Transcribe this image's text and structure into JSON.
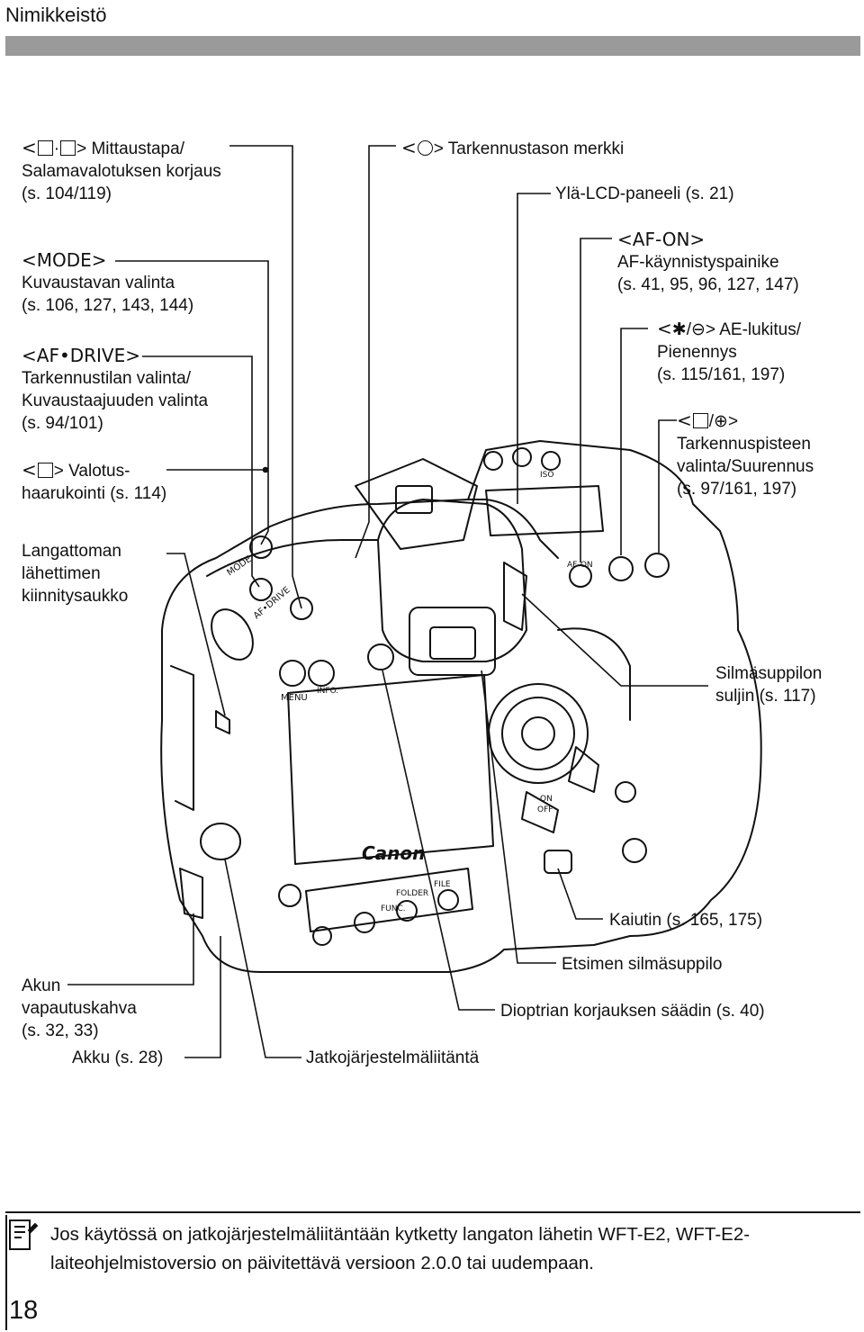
{
  "header": {
    "section": "Nimikkeistö"
  },
  "labels": {
    "metering": {
      "key": "<",
      "key_end": "> Mittaustapa/",
      "line2": "Salamavalotuksen korjaus",
      "line3": "(s. 104/119)"
    },
    "mode": {
      "key": "<MODE>",
      "line2": "Kuvaustavan valinta",
      "line3": "(s. 106, 127, 143, 144)"
    },
    "af_drive": {
      "key": "<AF•DRIVE>",
      "line2": "Tarkennustilan valinta/",
      "line3": "Kuvaustaajuuden valinta",
      "line4": "(s. 94/101)"
    },
    "bracketing": {
      "key": "<",
      "key_end": "> Valotus-",
      "line2": "haarukointi (s. 114)"
    },
    "wireless": {
      "line1": "Langattoman",
      "line2": "lähettimen",
      "line3": "kiinnitysaukko"
    },
    "focal_plane": {
      "key": "<",
      "key_end": "> Tarkennustason merkki"
    },
    "top_lcd": {
      "text": "Ylä-LCD-paneeli (s. 21)"
    },
    "af_on": {
      "key": "<AF-ON>",
      "line2": "AF-käynnistyspainike",
      "line3": "(s. 41, 95, 96, 127, 147)"
    },
    "ae_lock": {
      "key": "<",
      "key_mid": "/",
      "key_end": "> AE-lukitus/",
      "line2": "Pienennys",
      "line3": "(s. 115/161, 197)"
    },
    "af_point": {
      "key": "<",
      "key_mid": "/",
      "key_end": ">",
      "line2": "Tarkennuspisteen",
      "line3": "valinta/Suurennus",
      "line4": "(s. 97/161, 197)"
    },
    "eyepiece_shutter": {
      "line1": "Silmäsuppilon",
      "line2": "suljin (s. 117)"
    },
    "speaker": {
      "text": "Kaiutin (s. 165, 175)"
    },
    "eyecup": {
      "text": "Etsimen silmäsuppilo"
    },
    "dioptric": {
      "text": "Dioptrian korjauksen säädin (s. 40)"
    },
    "battery_release": {
      "line1": "Akun",
      "line2": "vapautuskahva",
      "line3": "(s. 32, 33)"
    },
    "battery": {
      "text": "Akku (s. 28)"
    },
    "extension": {
      "text": "Jatkojärjestelmäliitäntä"
    }
  },
  "camera": {
    "brand": "Canon",
    "buttons": {
      "mode": "MODE",
      "af_drive": "AF•DRIVE",
      "menu": "MENU",
      "info": "INFO.",
      "af_on": "AF-ON",
      "on": "ON",
      "off": "OFF",
      "folder": "FOLDER",
      "file": "FILE",
      "func": "FUNC.",
      "iso": "ISO"
    }
  },
  "note": {
    "text": "Jos käytössä on jatkojärjestelmäliitäntään kytketty langaton lähetin WFT-E2, WFT-E2-laiteohjelmistoversio on päivitettävä versioon 2.0.0 tai uudempaan."
  },
  "page": {
    "number": "18"
  },
  "colors": {
    "title_bar": "#9a9a9a",
    "ink": "#111111"
  }
}
